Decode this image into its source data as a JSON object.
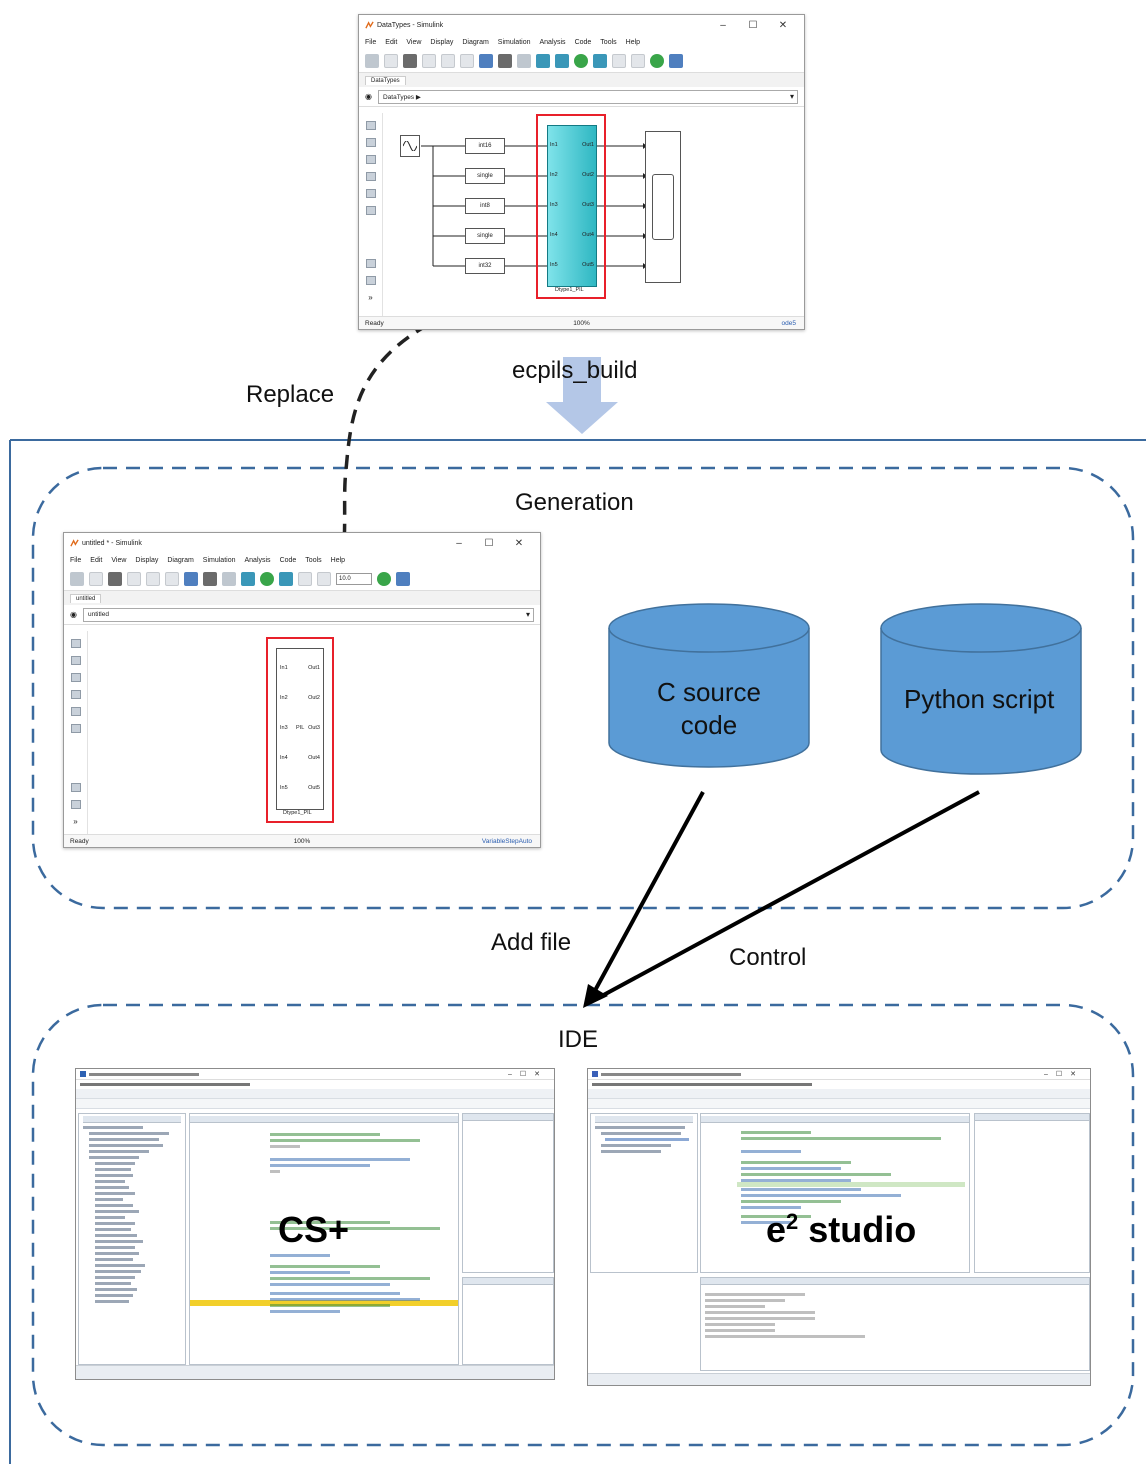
{
  "top_window": {
    "title": "DataTypes - Simulink",
    "menu": [
      "File",
      "Edit",
      "View",
      "Display",
      "Diagram",
      "Simulation",
      "Analysis",
      "Code",
      "Tools",
      "Help"
    ],
    "tab": "DataTypes",
    "address": "DataTypes ▶",
    "blocks": [
      "int16",
      "single",
      "int8",
      "single",
      "int32"
    ],
    "in_ports": [
      "In1",
      "In2",
      "In3",
      "In4",
      "In5"
    ],
    "out_ports": [
      "Out1",
      "Out2",
      "Out3",
      "Out4",
      "Out5"
    ],
    "subsystem_name": "Dtype1_PIL",
    "status_left": "Ready",
    "status_zoom": "100%",
    "status_solver": "ode5"
  },
  "bottom_window": {
    "title": "untitled * - Simulink",
    "menu": [
      "File",
      "Edit",
      "View",
      "Display",
      "Diagram",
      "Simulation",
      "Analysis",
      "Code",
      "Tools",
      "Help"
    ],
    "stop_time": "10.0",
    "tab": "untitled",
    "address": "untitled",
    "in_ports": [
      "In1",
      "In2",
      "In3",
      "In4",
      "In5"
    ],
    "out_ports": [
      "Out1",
      "Out2",
      "Out3",
      "Out4",
      "Out5"
    ],
    "center_label": "PIL",
    "subsystem_name": "Dtype1_PIL",
    "status_left": "Ready",
    "status_zoom": "100%",
    "status_solver": "VariableStepAuto"
  },
  "labels": {
    "replace": "Replace",
    "build": "ecpils_build",
    "generation": "Generation",
    "c_source": "C source code",
    "python": "Python script",
    "add_file": "Add file",
    "control": "Control",
    "ide": "IDE",
    "csplus": "CS+",
    "e2_prefix": "e",
    "e2_sup": "2",
    "e2_suffix": " studio"
  },
  "colors": {
    "dashed_border": "#3b6a9e",
    "section_line": "#3b6a9e",
    "cylinder_fill": "#5b9bd5",
    "cylinder_stroke": "#41719c",
    "build_arrow": "#b4c7e7",
    "highlight_red": "#e8202a",
    "subsystem_teal": "#3fc6cf"
  }
}
